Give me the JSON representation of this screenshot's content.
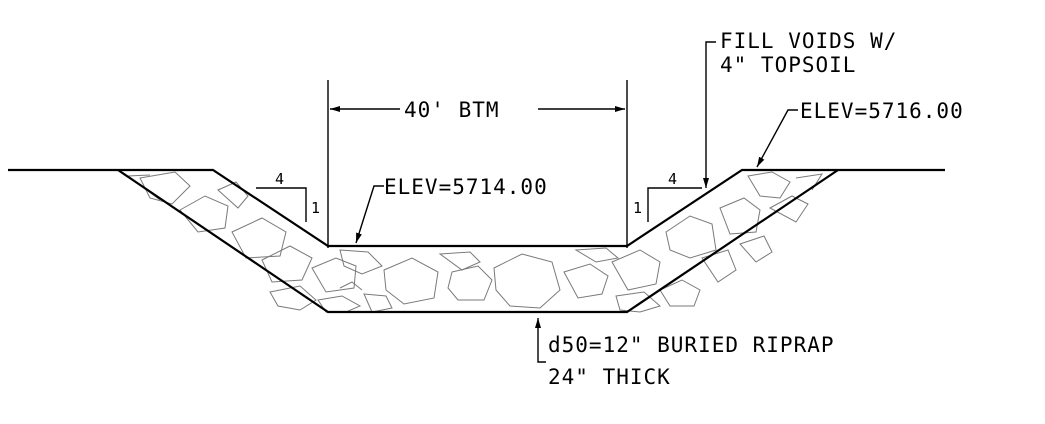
{
  "labels": {
    "bottom_width": "40' BTM",
    "fill_voids_line1": "FILL VOIDS W/",
    "fill_voids_line2": "4\" TOPSOIL",
    "elev_top": "ELEV=5716.00",
    "elev_bottom": "ELEV=5714.00",
    "riprap_line1": "d50=12\" BURIED RIPRAP",
    "riprap_line2": "24\" THICK"
  },
  "slope_left": {
    "run": "4",
    "rise": "1"
  },
  "slope_right": {
    "run": "4",
    "rise": "1"
  }
}
